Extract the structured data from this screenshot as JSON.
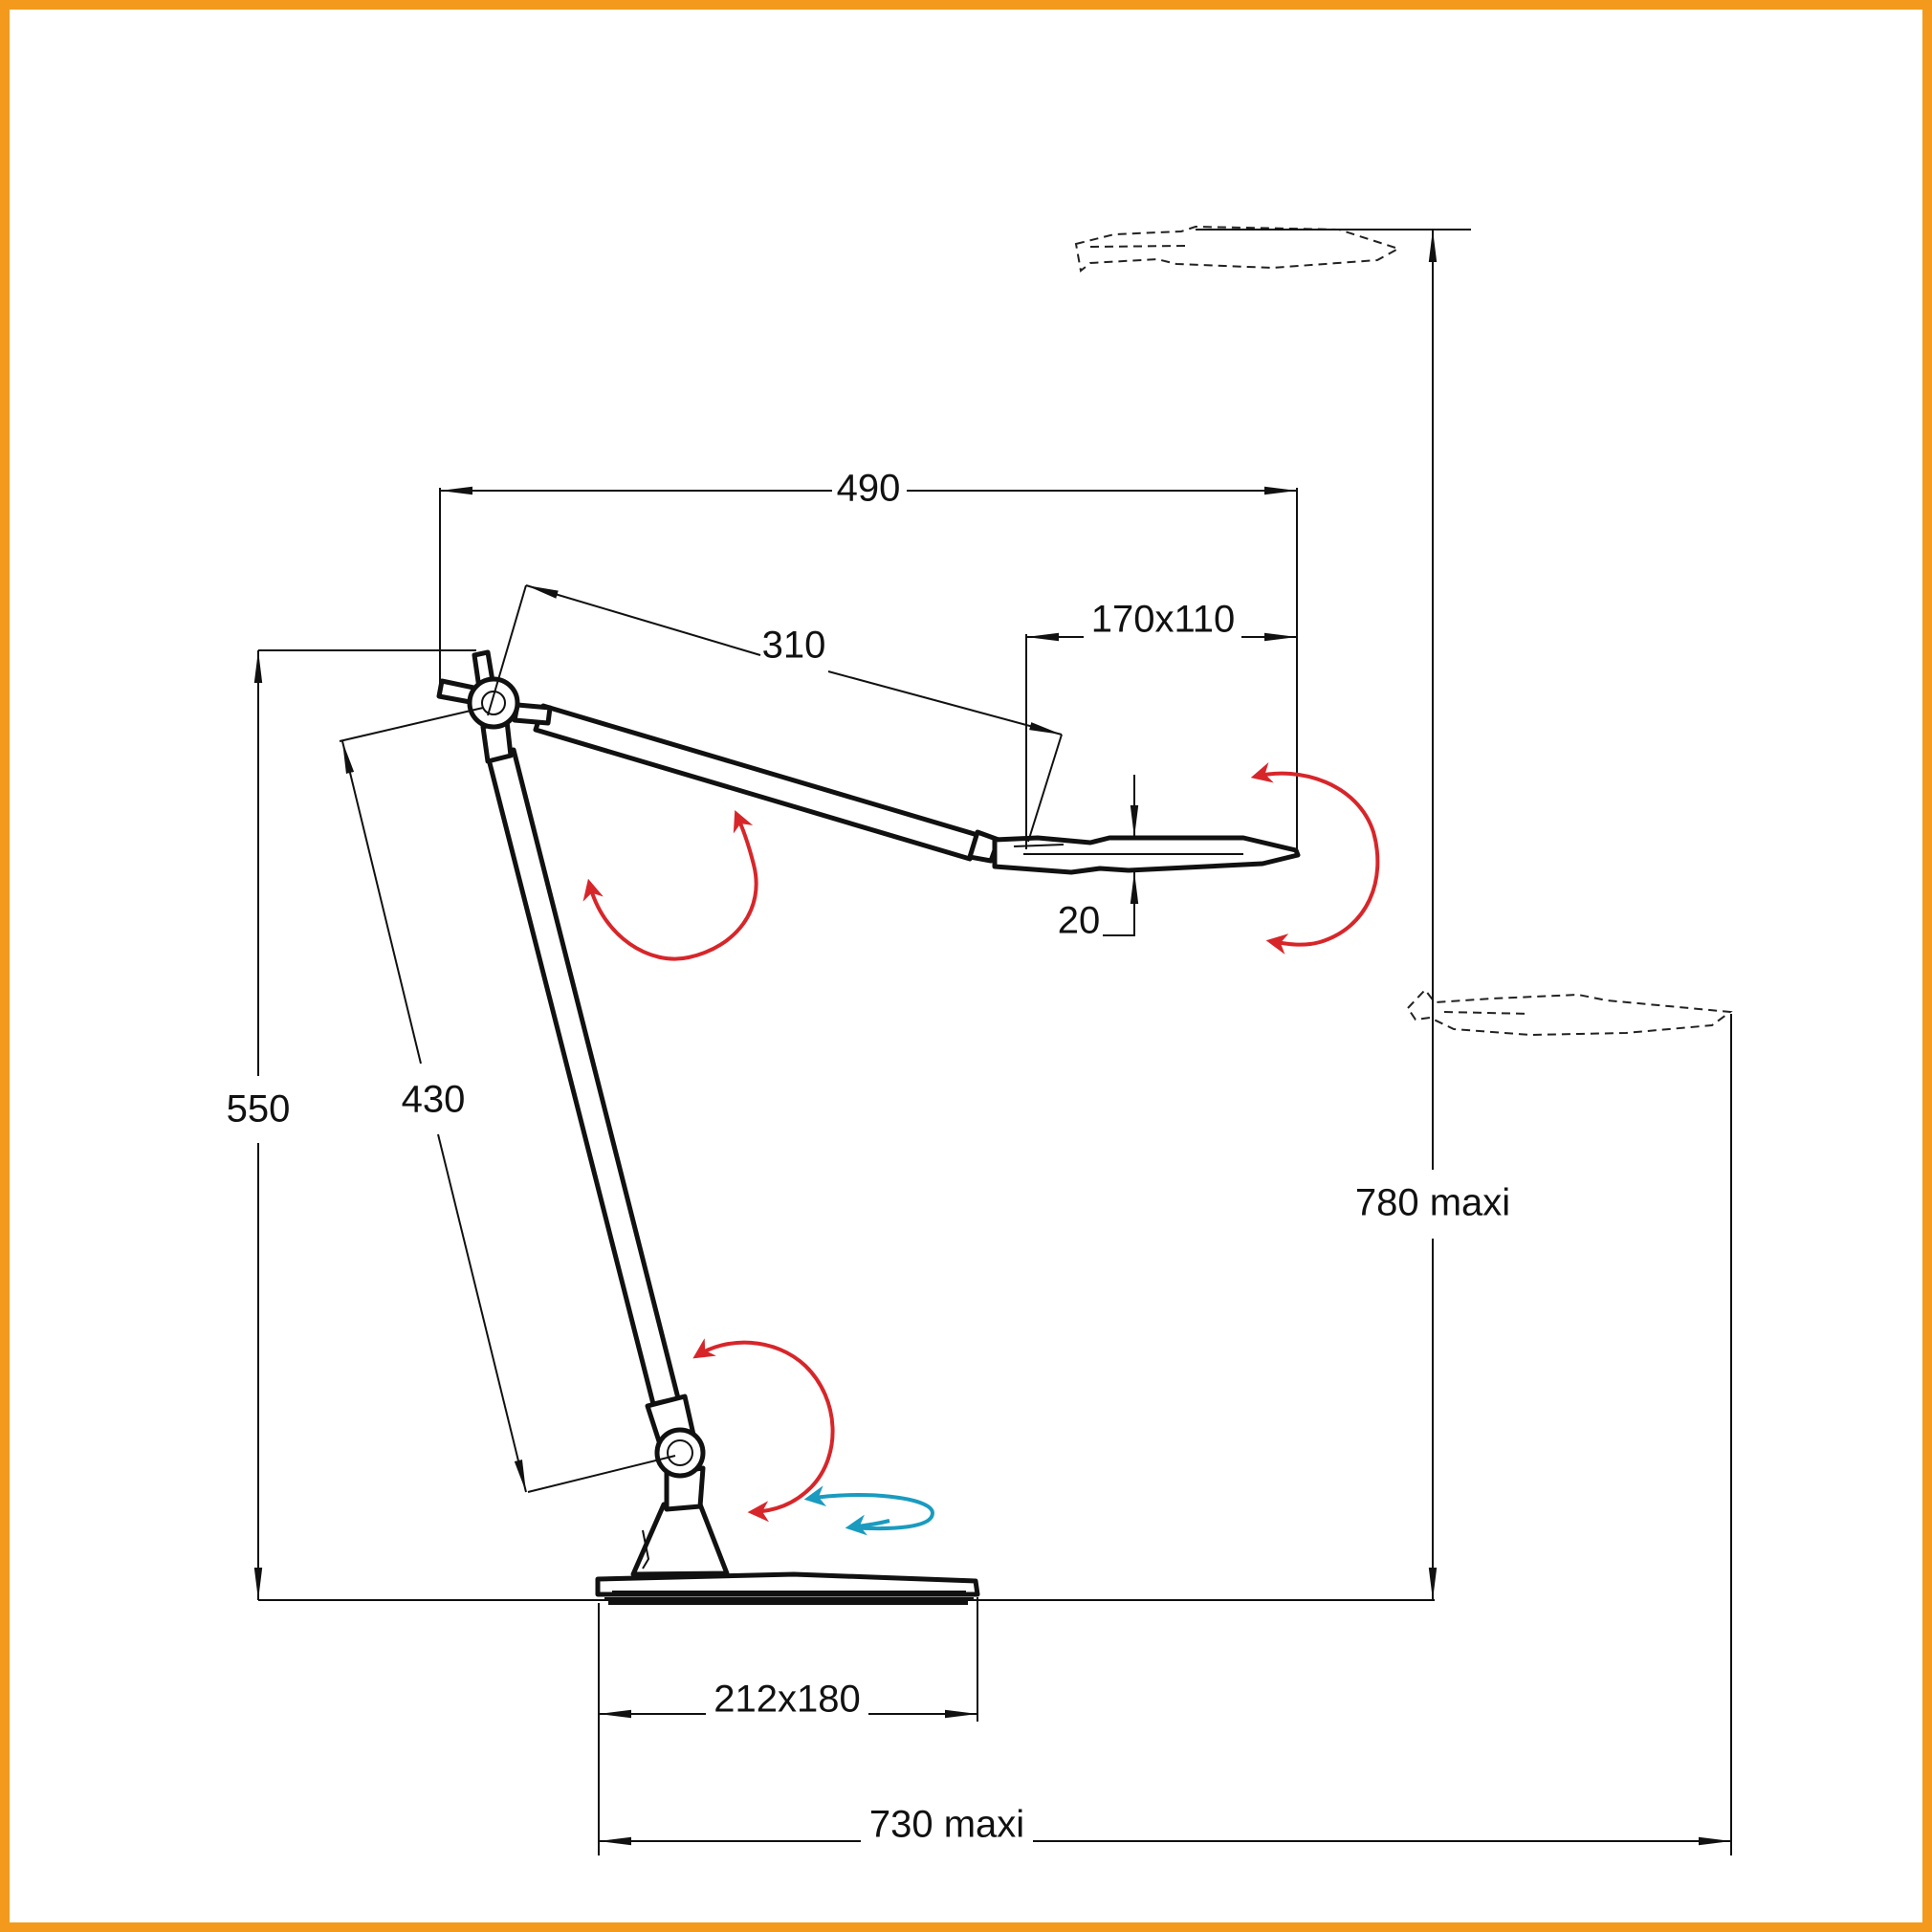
{
  "colors": {
    "border": "#f39a1d",
    "drawing": "#111111",
    "rotation_arrow": "#d7262a",
    "swivel_arrow": "#1a9bbf"
  },
  "dimensions": {
    "reach": "490",
    "head_size": "170x110",
    "upper_arm": "310",
    "head_thickness": "20",
    "height": "550",
    "lower_arm": "430",
    "max_height": "780 maxi",
    "base_size": "212x180",
    "max_reach": "730 maxi"
  },
  "icons": {
    "rotation": "curved-rotation-arrow-icon",
    "swivel": "swivel-arrow-icon"
  }
}
